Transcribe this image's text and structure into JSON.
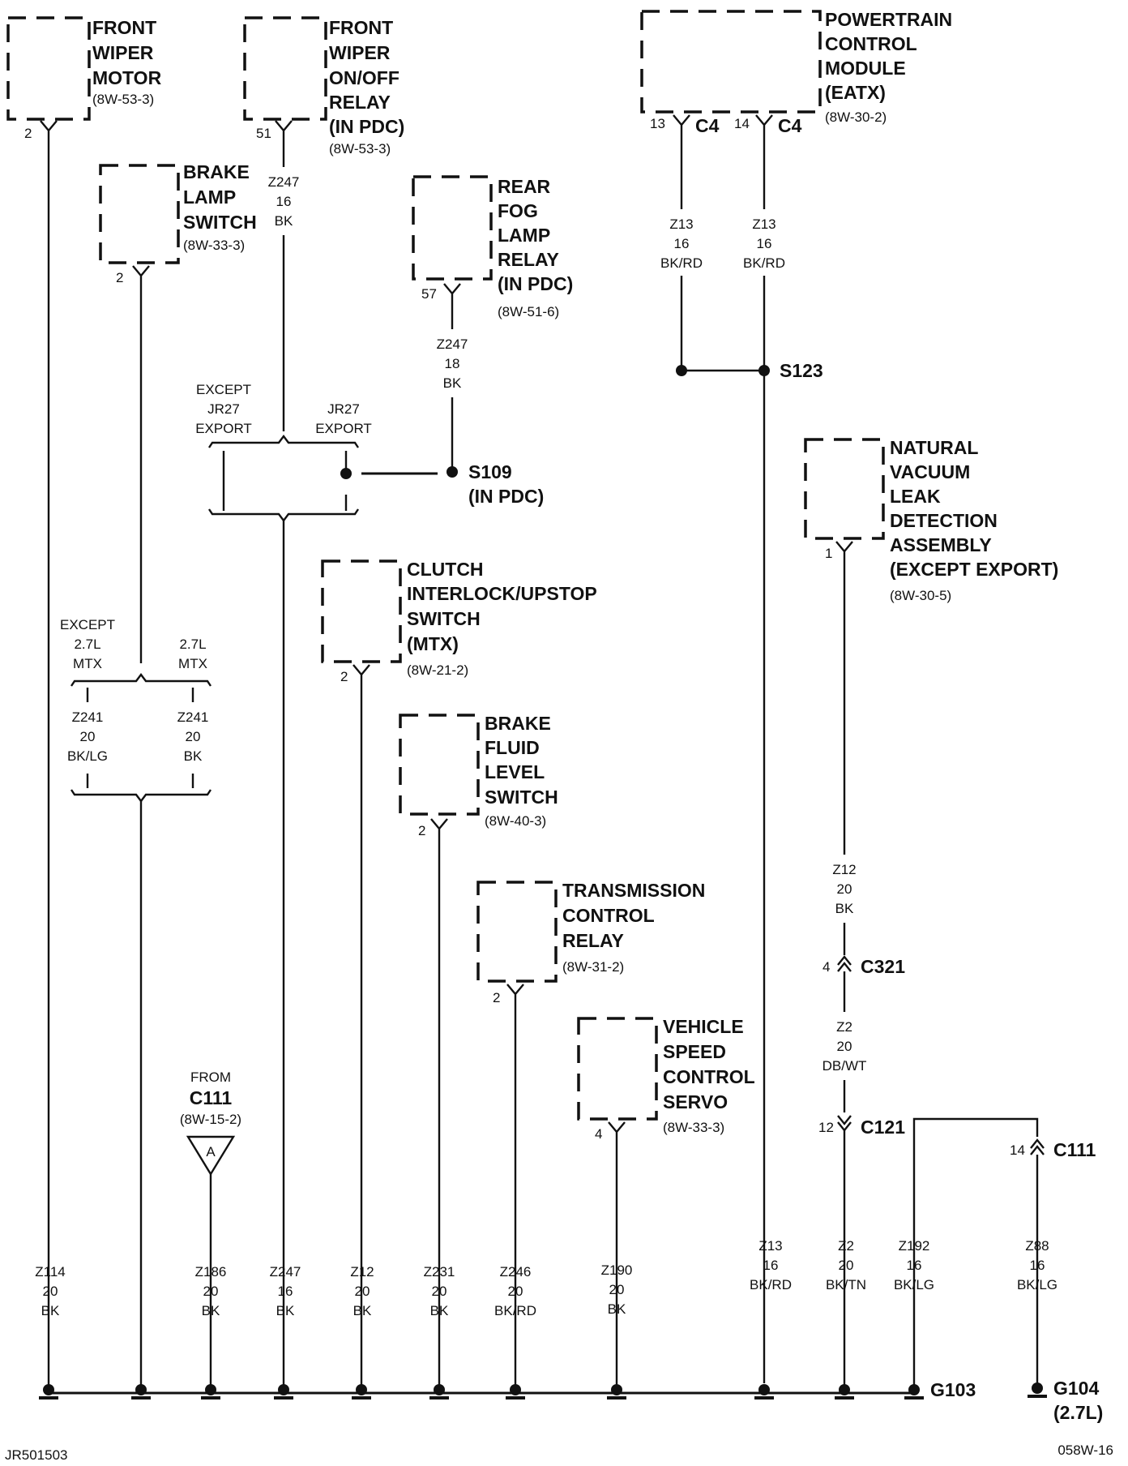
{
  "components": {
    "front_wiper_motor": {
      "lines": [
        "FRONT",
        "WIPER",
        "MOTOR"
      ],
      "ref": "(8W-53-3)",
      "pin": "2"
    },
    "front_wiper_relay": {
      "lines": [
        "FRONT",
        "WIPER",
        "ON/OFF",
        "RELAY",
        "(IN PDC)"
      ],
      "ref": "(8W-53-3)",
      "pin": "51"
    },
    "pcm": {
      "lines": [
        "POWERTRAIN",
        "CONTROL",
        "MODULE",
        "(EATX)"
      ],
      "ref": "(8W-30-2)",
      "pin_a": "13",
      "pin_b": "14",
      "conn": "C4"
    },
    "brake_lamp_switch": {
      "lines": [
        "BRAKE",
        "LAMP",
        "SWITCH"
      ],
      "ref": "(8W-33-3)",
      "pin": "2"
    },
    "rear_fog_relay": {
      "lines": [
        "REAR",
        "FOG",
        "LAMP",
        "RELAY",
        "(IN PDC)"
      ],
      "ref": "(8W-51-6)",
      "pin": "57"
    },
    "nvld": {
      "lines": [
        "NATURAL",
        "VACUUM",
        "LEAK",
        "DETECTION",
        "ASSEMBLY",
        "(EXCEPT EXPORT)"
      ],
      "ref": "(8W-30-5)",
      "pin": "1"
    },
    "clutch_switch": {
      "lines": [
        "CLUTCH",
        "INTERLOCK/UPSTOP",
        "SWITCH",
        "(MTX)"
      ],
      "ref": "(8W-21-2)",
      "pin": "2"
    },
    "brake_fluid_switch": {
      "lines": [
        "BRAKE",
        "FLUID",
        "LEVEL",
        "SWITCH"
      ],
      "ref": "(8W-40-3)",
      "pin": "2"
    },
    "tcr": {
      "lines": [
        "TRANSMISSION",
        "CONTROL",
        "RELAY"
      ],
      "ref": "(8W-31-2)",
      "pin": "2"
    },
    "vsc_servo": {
      "lines": [
        "VEHICLE",
        "SPEED",
        "CONTROL",
        "SERVO"
      ],
      "ref": "(8W-33-3)",
      "pin": "4"
    }
  },
  "wires": {
    "pcm_13": [
      "Z13",
      "16",
      "BK/RD"
    ],
    "pcm_14": [
      "Z13",
      "16",
      "BK/RD"
    ],
    "wiper_relay": [
      "Z247",
      "16",
      "BK"
    ],
    "fog_relay": [
      "Z247",
      "18",
      "BK"
    ],
    "z241_a": [
      "Z241",
      "20",
      "BK/LG"
    ],
    "z241_b": [
      "Z241",
      "20",
      "BK"
    ],
    "nvld": [
      "Z12",
      "20",
      "BK"
    ],
    "z2_dbwt": [
      "Z2",
      "20",
      "DB/WT"
    ],
    "g_z114": [
      "Z114",
      "20",
      "BK"
    ],
    "g_z186": [
      "Z186",
      "20",
      "BK"
    ],
    "g_z247": [
      "Z247",
      "16",
      "BK"
    ],
    "g_z12": [
      "Z12",
      "20",
      "BK"
    ],
    "g_z231": [
      "Z231",
      "20",
      "BK"
    ],
    "g_z246": [
      "Z246",
      "20",
      "BK/RD"
    ],
    "g_z190": [
      "Z190",
      "20",
      "BK"
    ],
    "g_z13": [
      "Z13",
      "16",
      "BK/RD"
    ],
    "g_z2": [
      "Z2",
      "20",
      "BK/TN"
    ],
    "g_z192": [
      "Z192",
      "16",
      "BK/LG"
    ],
    "g_z88": [
      "Z88",
      "16",
      "BK/LG"
    ]
  },
  "options": {
    "except_jr27": [
      "EXCEPT",
      "JR27",
      "EXPORT"
    ],
    "jr27": [
      "JR27",
      "EXPORT"
    ],
    "except_27": [
      "EXCEPT",
      "2.7L",
      "MTX"
    ],
    "mtx_27": [
      "2.7L",
      "MTX"
    ]
  },
  "splices": {
    "s123": "S123",
    "s109": [
      "S109",
      "(IN PDC)"
    ]
  },
  "connectors": {
    "c321": {
      "label": "C321",
      "pin": "4"
    },
    "c121": {
      "label": "C121",
      "pin": "12"
    },
    "c111": {
      "label": "C111",
      "pin": "14"
    }
  },
  "from_ref": {
    "from": "FROM",
    "conn": "C111",
    "ref": "(8W-15-2)",
    "letter": "A"
  },
  "grounds": {
    "g103": "G103",
    "g104": [
      "G104",
      "(2.7L)"
    ]
  },
  "footer": {
    "left": "JR501503",
    "right": "058W-16"
  }
}
